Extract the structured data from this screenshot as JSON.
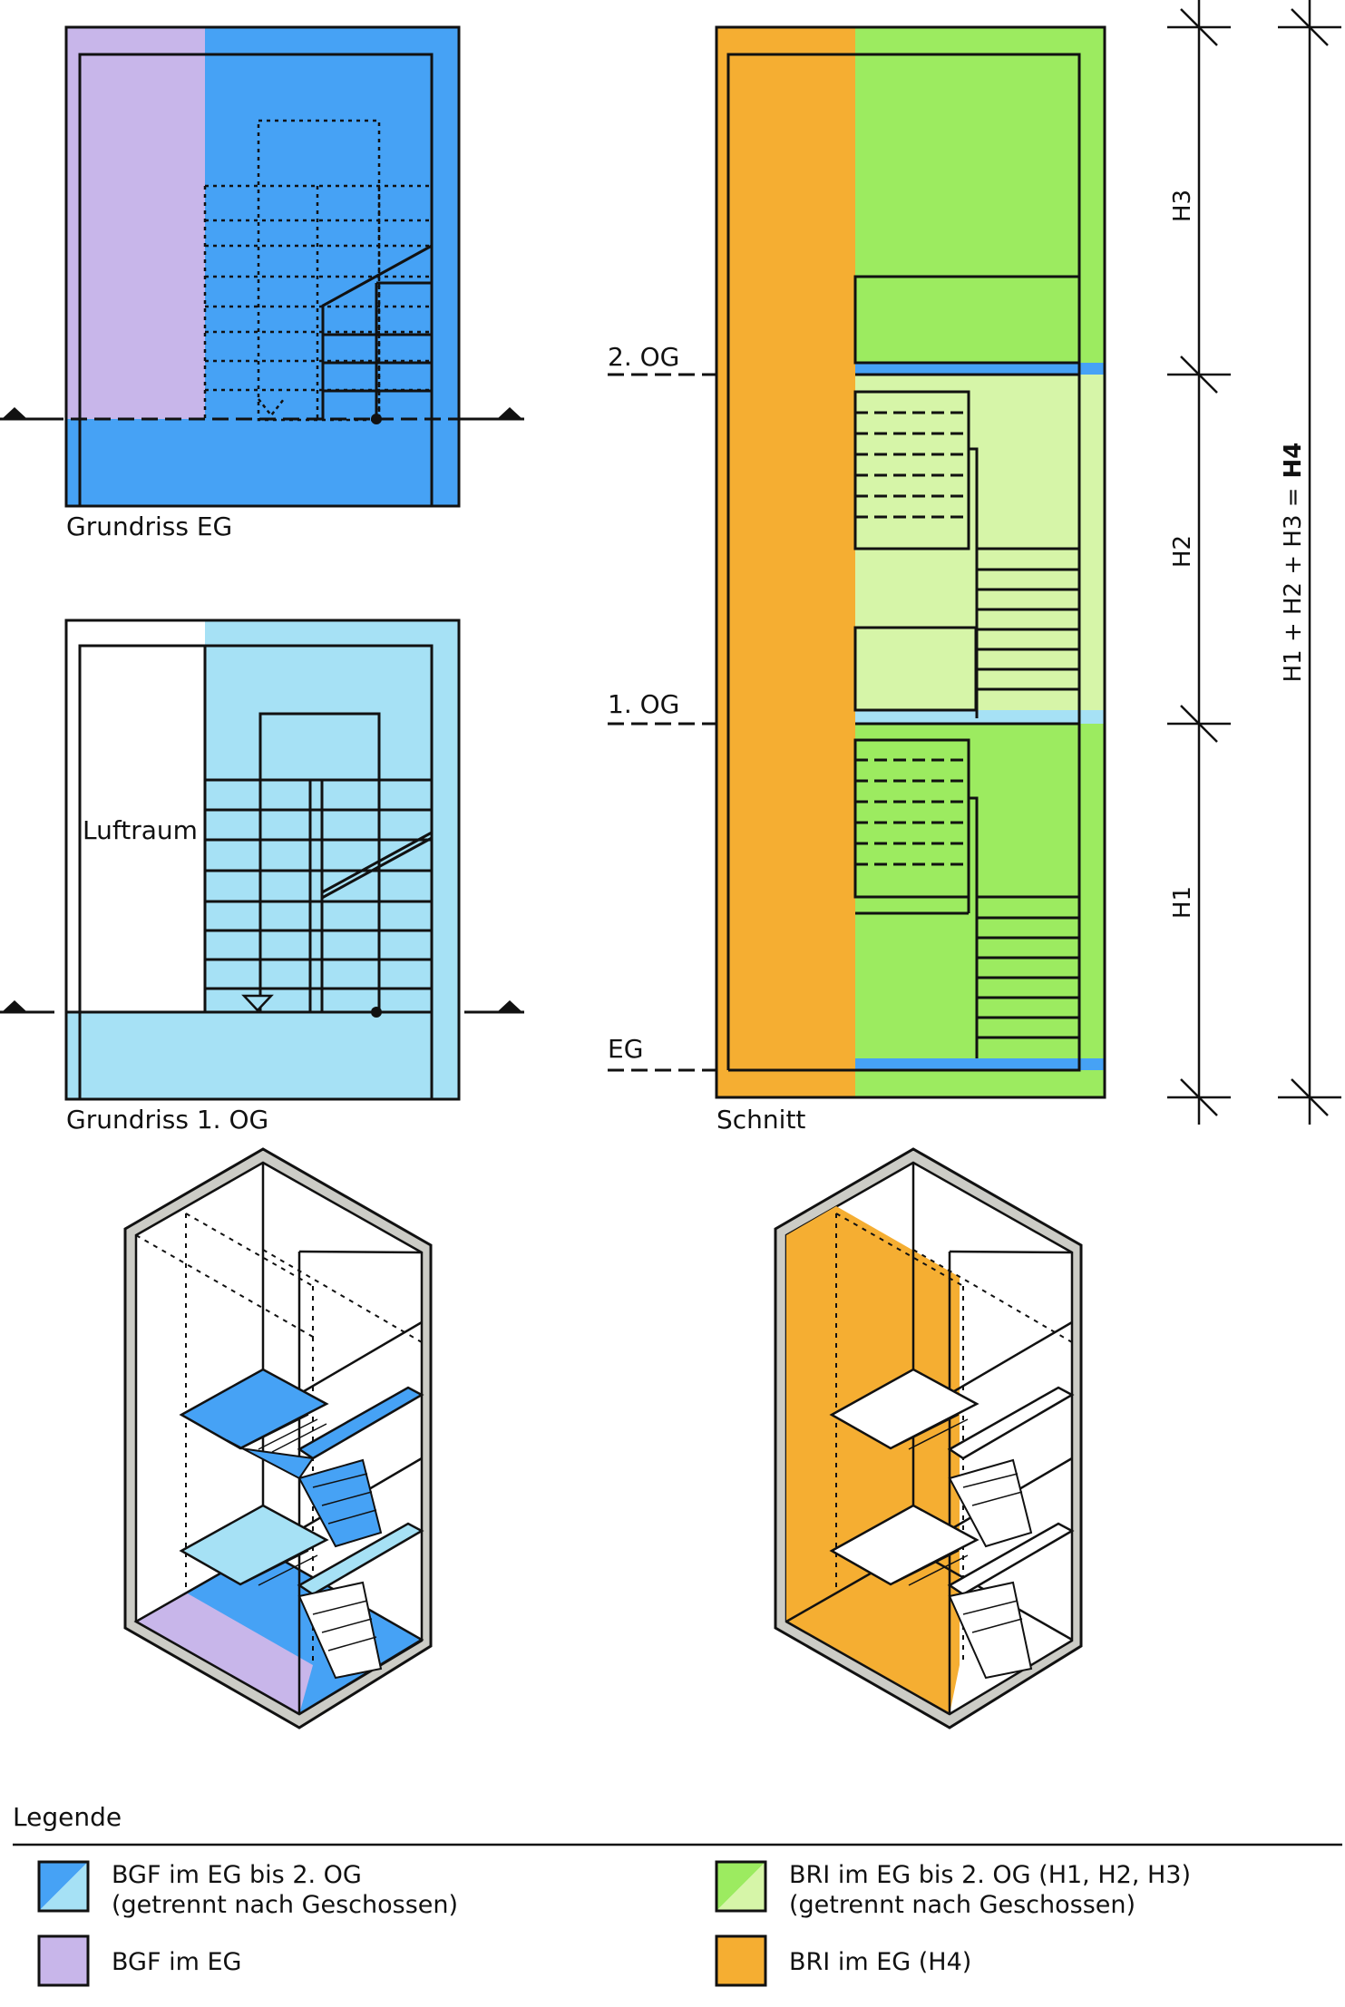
{
  "colors": {
    "bgf_dark": "#46a2f5",
    "bgf_light": "#a6e1f5",
    "bgf_eg": "#c8b6ea",
    "bri_dark": "#9ceb60",
    "bri_light": "#d6f5a8",
    "bri_eg": "#f5ae32",
    "wall": "#d8d8d4",
    "line": "#111111"
  },
  "plan_eg": {
    "caption": "Grundriss EG"
  },
  "plan_og1": {
    "caption": "Grundriss 1. OG",
    "void_label": "Luftraum"
  },
  "section": {
    "caption": "Schnitt",
    "levels": [
      "2. OG",
      "1. OG",
      "EG"
    ]
  },
  "dimensions": {
    "h1": "H1",
    "h2": "H2",
    "h3": "H3",
    "total_formula": "H1 + H2 + H3 =",
    "total_result": "H4"
  },
  "legend": {
    "title": "Legende",
    "items": [
      {
        "line1": "BGF im EG bis 2. OG",
        "line2": "(getrennt nach Geschossen)",
        "color_a": "#46a2f5",
        "color_b": "#a6e1f5"
      },
      {
        "line1": "BRI im EG bis 2. OG (H1, H2, H3)",
        "line2": "(getrennt nach Geschossen)",
        "color_a": "#9ceb60",
        "color_b": "#d6f5a8"
      },
      {
        "line1": "BGF im EG",
        "line2": "",
        "color_a": "#c8b6ea",
        "color_b": "#c8b6ea"
      },
      {
        "line1": "BRI im EG (H4)",
        "line2": "",
        "color_a": "#f5ae32",
        "color_b": "#f5ae32"
      }
    ]
  }
}
